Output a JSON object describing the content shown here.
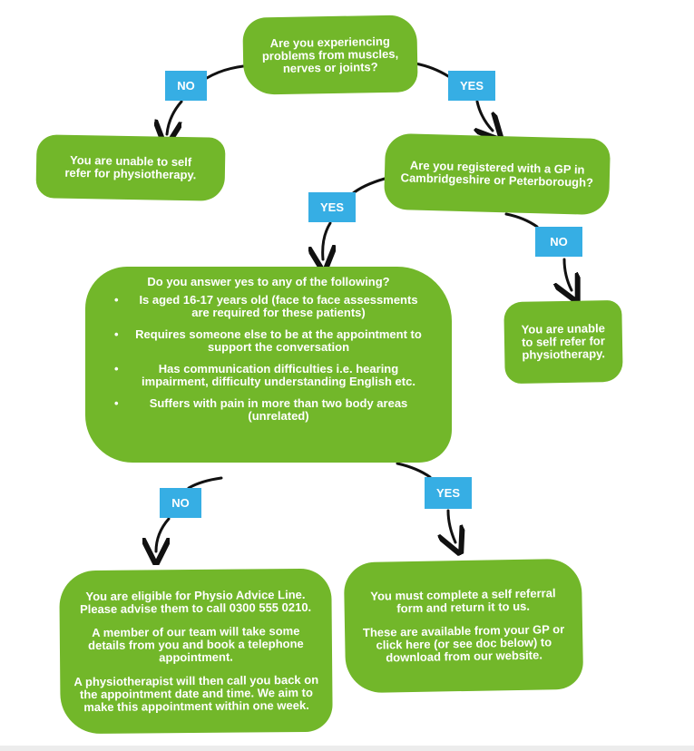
{
  "colors": {
    "box": "#72b72a",
    "badge": "#36aee4",
    "arrow": "#111111",
    "text": "#ffffff"
  },
  "q1": {
    "text": "Are you experiencing problems from muscles, nerves or joints?"
  },
  "no1": {
    "label": "NO"
  },
  "yes1": {
    "label": "YES"
  },
  "out1": {
    "text": "You are unable to self refer for physiotherapy."
  },
  "q2": {
    "text": "Are you registered with a GP in Cambridgeshire or Peterborough?"
  },
  "yes2": {
    "label": "YES"
  },
  "no2": {
    "label": "NO"
  },
  "out2": {
    "text": "You are unable to self refer for physiotherapy."
  },
  "q3": {
    "title": "Do you answer yes to any of the following?",
    "items": [
      "Is aged 16-17 years old (face to face assessments are required for these patients)",
      "Requires someone else to be at the appointment to support the conversation",
      "Has communication difficulties i.e. hearing impairment, difficulty understanding English etc.",
      "Suffers with pain in more than two body areas (unrelated)"
    ]
  },
  "no3": {
    "label": "NO"
  },
  "yes3": {
    "label": "YES"
  },
  "out3": {
    "p1": "You are eligible for Physio Advice Line. Please advise them to call 0300 555 0210.",
    "p2": "A member of our team will take some details from you and book a telephone appointment.",
    "p3": "A physiotherapist will then call you back on the appointment date and time. We aim to make this appointment within one week."
  },
  "out4": {
    "p1": "You must complete a self referral form and return it to us.",
    "p2": "These are available from your GP or click here (or see doc below) to download from our website."
  }
}
